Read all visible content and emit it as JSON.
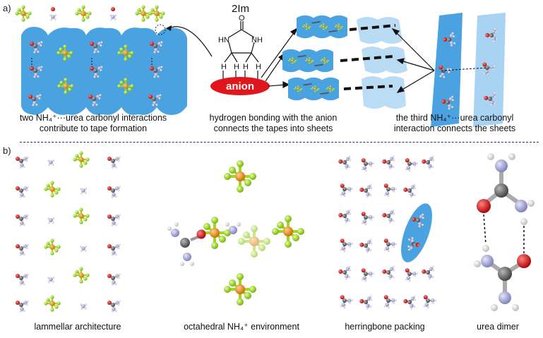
{
  "panel_a": {
    "label": "a)",
    "molecule_label": "2Im",
    "anion_label": "anion",
    "caption_left": [
      "two NH₄⁺···urea carbonyl interactions",
      "contribute to tape formation"
    ],
    "caption_middle": [
      "hydrogen bonding with the anion",
      "connects the tapes into sheets"
    ],
    "caption_right": [
      "the third NH₄⁺···urea carbonyl",
      "interaction connects the sheets"
    ]
  },
  "panel_b": {
    "label": "b)",
    "caption_1": "lammellar architecture",
    "caption_2": "octahedral NH₄⁺ environment",
    "caption_3": "herringbone packing",
    "caption_4": "urea dimer"
  },
  "colors": {
    "tape_blue": "#4aa3e0",
    "tape_light": "#a9d3f2",
    "anion_red": "#e0161c",
    "phosphorus_orange": "#e98a16",
    "fluorine_green": "#9ed81f",
    "nitrogen_lavender": "#a8a9d6",
    "oxygen_red": "#d81b1b",
    "carbon_grey": "#6a6a6a",
    "hydrogen_white": "#eeeeee",
    "divider_navy": "#1f3566"
  }
}
